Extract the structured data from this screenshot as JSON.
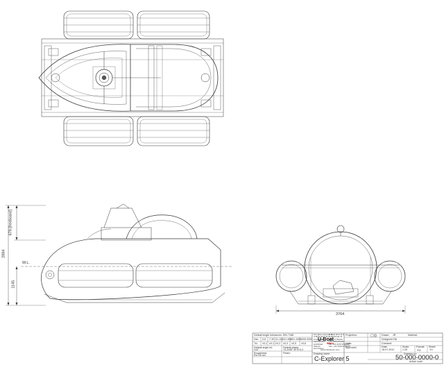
{
  "dimensions": {
    "overall_height": "2884",
    "upper_height": "678 [freeboard]",
    "lower_height": "1145",
    "width": "3764",
    "waterline": "W.L."
  },
  "title_block": {
    "tolerance_title": "Default length tolerances: DIN 7168",
    "tol_head": [
      "Dim.",
      "0-6",
      "7-30",
      "31-120",
      "121-400",
      "401-1000",
      "1000-2000"
    ],
    "tol_row": [
      "Tol.",
      "±0,1",
      "±0,1",
      "±0,2",
      "±0,3",
      "±0,5",
      "±0,8"
    ],
    "angle_label": "Default angle tol:",
    "angle_value": "±10'",
    "edges_label": "Default edges:",
    "edges_value": "<0,2x45° or R<0,2",
    "roughness_label": "Roughness:",
    "roughness_value": "Ra 0,8 um",
    "finish_label": "Finish:",
    "rights_lines": [
      "All rights reserved to",
      "U-Boat Worx B.V.",
      "Copying or",
      "reproduction",
      "prohibited",
      "without",
      "permission"
    ],
    "company_logo_top": "U-Boat",
    "company_logo_bottom": "Worx",
    "address_lines": [
      "U-Boat Worx B.V.",
      "Galileistraat 14",
      "2631 HT Breda",
      "The Netherlands",
      "Tel: +31 (0)76 5700060",
      "Fax: +31 (0)76 5700070"
    ],
    "website": "www.uboatworx.com",
    "drawing_name_label": "Drawing name:",
    "drawing_name": "C-Explorer 5",
    "projection_label": "Projection:",
    "drawn_label": "Drawn:",
    "drawn_value": "JR",
    "designed_label": "Designed:",
    "designed_value": "CBr",
    "checked_label": "Checked:",
    "units_label": "Units:",
    "approved_label": "Approved:",
    "material_label": "Material:",
    "date_label": "Date:",
    "date_value": "18-07-2012",
    "scale_label": "Scale:",
    "scale_value": "1:28",
    "format_label": "Format:",
    "format_value": "A1",
    "sheet_label": "Sheet:",
    "sheet_value": "1/1",
    "drawing_no_label": "Drawing no:",
    "drawing_no": "50-000-0000-0",
    "article_code_label": "Article code:"
  }
}
